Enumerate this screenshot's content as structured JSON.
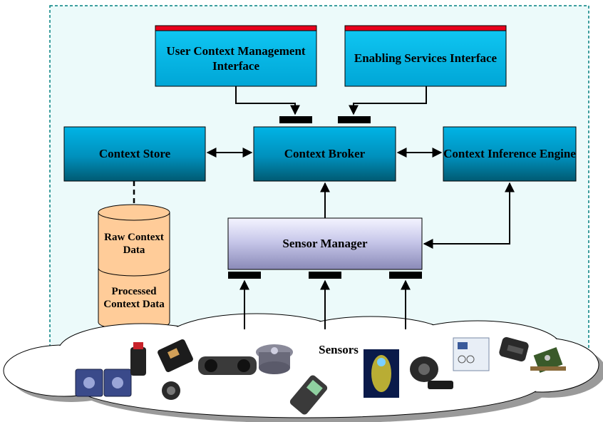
{
  "components": {
    "user_context_interface": "User Context Management Interface",
    "enabling_services_interface": "Enabling Services Interface",
    "context_store": "Context Store",
    "context_broker": "Context Broker",
    "context_inference_engine": "Context Inference Engine",
    "sensor_manager": "Sensor Manager"
  },
  "database": {
    "upper": "Raw Context Data",
    "lower": "Processed Context Data"
  },
  "cloud_label": "Sensors",
  "sensor_devices": [
    "motion-sensor-device",
    "cylindrical-sensor-device",
    "proximity-sensor-device",
    "round-sensor-device",
    "stereo-camera-device",
    "rotary-sensor-device",
    "handheld-reader-device",
    "wireless-node-device",
    "webcam-device",
    "sensor-card-device",
    "accelerometer-device",
    "circuit-board-device"
  ],
  "colors": {
    "component_fill": "#00aee0",
    "component_dark": "#00667f",
    "interface_bar": "#e8001c",
    "sensor_manager_fill": "#c8c8e8",
    "database_fill": "#ffcc99",
    "boundary": "#008080",
    "panel": "#ecfafa"
  }
}
